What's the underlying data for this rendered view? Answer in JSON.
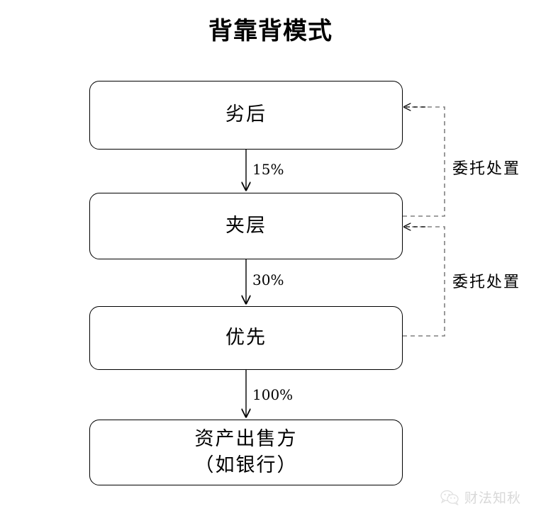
{
  "diagram": {
    "title": "背靠背模式",
    "type": "flowchart",
    "background_color": "#ffffff",
    "line_color": "#000000",
    "dashed_line_color": "#808080",
    "nodes": [
      {
        "id": "subordinate",
        "label": "劣后"
      },
      {
        "id": "mezzanine",
        "label": "夹层"
      },
      {
        "id": "senior",
        "label": "优先"
      },
      {
        "id": "seller",
        "label": "资产出售方\n（如银行）"
      }
    ],
    "flows": [
      {
        "id": "flow-15",
        "from": "subordinate",
        "to": "mezzanine",
        "label": "15%"
      },
      {
        "id": "flow-30",
        "from": "mezzanine",
        "to": "senior",
        "label": "30%"
      },
      {
        "id": "flow-100",
        "from": "senior",
        "to": "seller",
        "label": "100%"
      }
    ],
    "side_connectors": [
      {
        "id": "upper",
        "from": "mezzanine",
        "to": "subordinate",
        "label": "委托处置",
        "style": "dashed"
      },
      {
        "id": "lower",
        "from": "senior",
        "to": "mezzanine",
        "label": "委托处置",
        "style": "dashed"
      }
    ]
  },
  "watermark": {
    "text": "财法知秋",
    "icon": "wechat-bubble-icon",
    "color": "#b9b9b9"
  }
}
